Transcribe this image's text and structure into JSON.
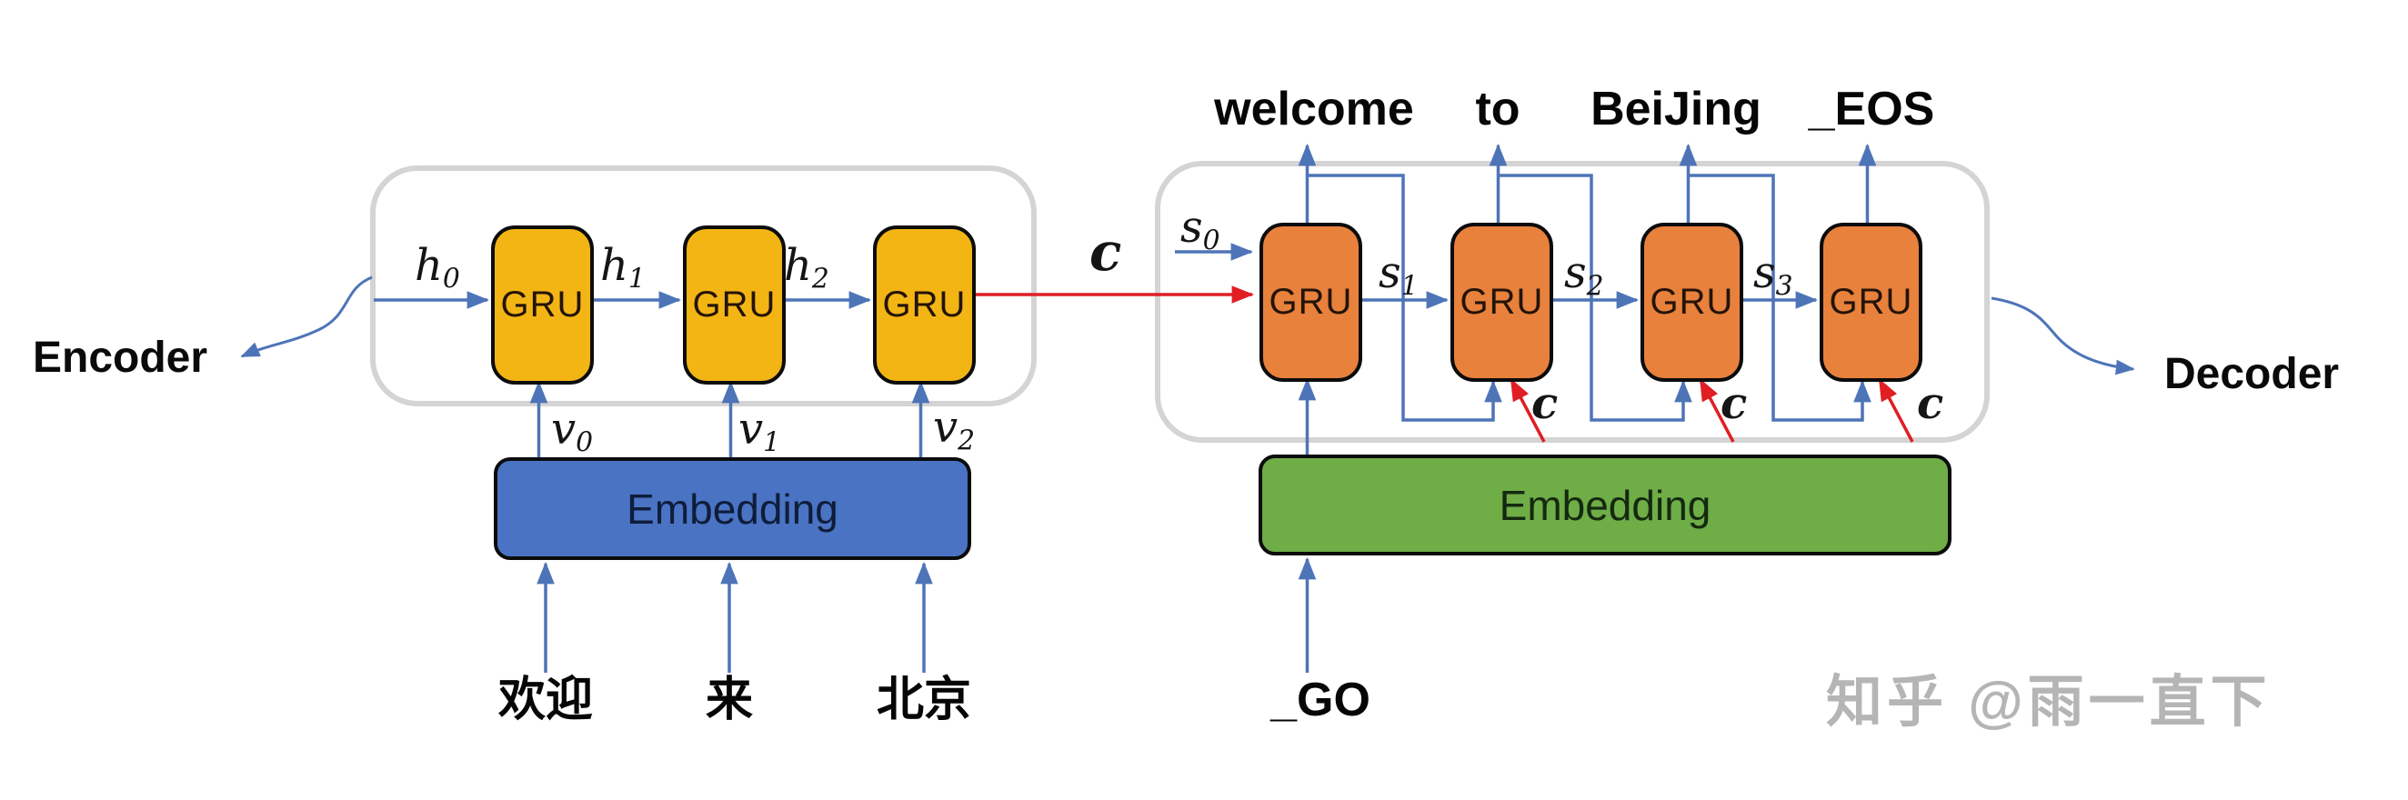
{
  "watermark": "知乎 @雨一直下",
  "encoder": {
    "label": "Encoder",
    "units": [
      "GRU",
      "GRU",
      "GRU"
    ],
    "hidden_states": [
      {
        "base": "h",
        "sub": "0"
      },
      {
        "base": "h",
        "sub": "1"
      },
      {
        "base": "h",
        "sub": "2"
      }
    ],
    "embedding": {
      "label": "Embedding"
    },
    "embedding_vectors": [
      {
        "base": "v",
        "sub": "0"
      },
      {
        "base": "v",
        "sub": "1"
      },
      {
        "base": "v",
        "sub": "2"
      }
    ],
    "inputs": [
      "欢迎",
      "来",
      "北京"
    ]
  },
  "decoder": {
    "label": "Decoder",
    "units": [
      "GRU",
      "GRU",
      "GRU",
      "GRU"
    ],
    "states": [
      {
        "base": "s",
        "sub": "0"
      },
      {
        "base": "s",
        "sub": "1"
      },
      {
        "base": "s",
        "sub": "2"
      },
      {
        "base": "s",
        "sub": "3"
      }
    ],
    "outputs": [
      "welcome",
      "to",
      "BeiJing",
      "_EOS"
    ],
    "embedding": {
      "label": "Embedding"
    },
    "start_token": "_GO",
    "context_labels": [
      "c",
      "c",
      "c"
    ]
  },
  "context": {
    "label": "c"
  },
  "colors": {
    "encoder_unit_fill": "#F2B514",
    "decoder_unit_fill": "#E8813C",
    "encoder_embedding_fill": "#4A73C4",
    "decoder_embedding_fill": "#6FAD47",
    "arrow_blue": "#4E74B8",
    "arrow_red": "#E01E24",
    "container_border": "#D4D4D4",
    "watermark_gray": "#A8A8A8"
  }
}
